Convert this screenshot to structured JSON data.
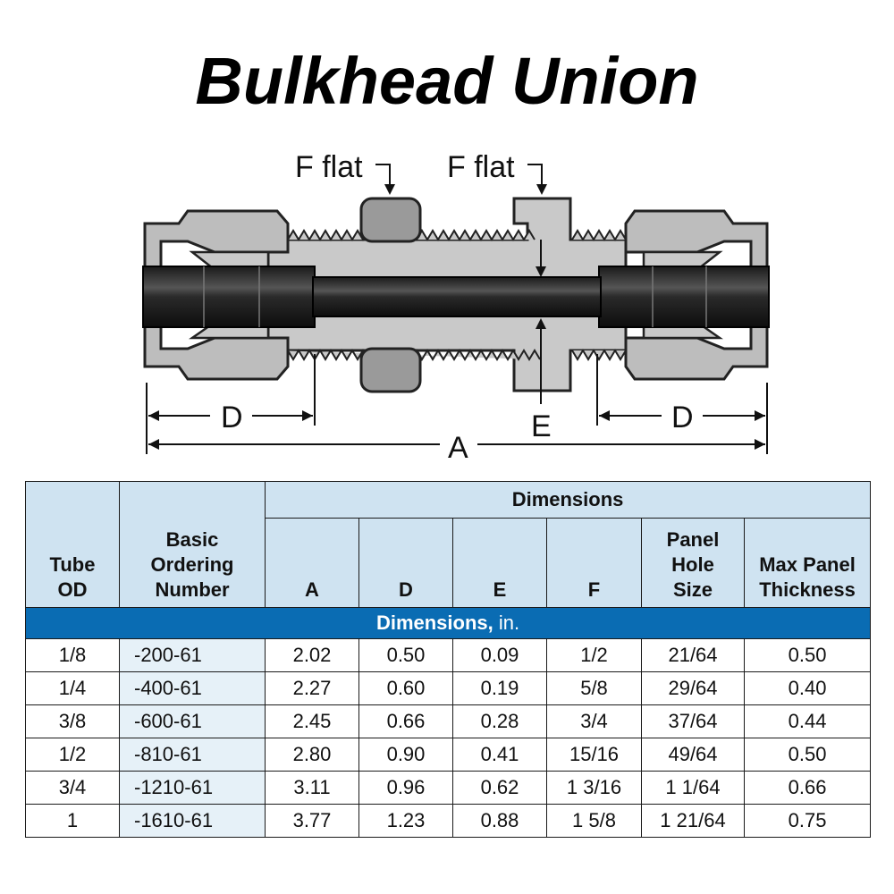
{
  "title": "Bulkhead Union",
  "diagram": {
    "flat_label_left": "F flat",
    "flat_label_right": "F flat",
    "dim_d_left": "D",
    "dim_d_right": "D",
    "dim_e": "E",
    "dim_a": "A"
  },
  "table": {
    "headers": {
      "tube_od": "Tube OD",
      "ordering": "Basic Ordering Number",
      "dimensions": "Dimensions",
      "a": "A",
      "d": "D",
      "e": "E",
      "f": "F",
      "panel_hole": "Panel Hole Size",
      "max_panel": "Max Panel Thickness"
    },
    "band": {
      "bold": "Dimensions,",
      "unit": "in."
    },
    "rows": [
      [
        "1/8",
        "-200-61",
        "2.02",
        "0.50",
        "0.09",
        "1/2",
        "21/64",
        "0.50"
      ],
      [
        "1/4",
        "-400-61",
        "2.27",
        "0.60",
        "0.19",
        "5/8",
        "29/64",
        "0.40"
      ],
      [
        "3/8",
        "-600-61",
        "2.45",
        "0.66",
        "0.28",
        "3/4",
        "37/64",
        "0.44"
      ],
      [
        "1/2",
        "-810-61",
        "2.80",
        "0.90",
        "0.41",
        "15/16",
        "49/64",
        "0.50"
      ],
      [
        "3/4",
        "-1210-61",
        "3.11",
        "0.96",
        "0.62",
        "1 3/16",
        "1 1/64",
        "0.66"
      ],
      [
        "1",
        "-1610-61",
        "3.77",
        "1.23",
        "0.88",
        "1 5/8",
        "1 21/64",
        "0.75"
      ]
    ]
  }
}
